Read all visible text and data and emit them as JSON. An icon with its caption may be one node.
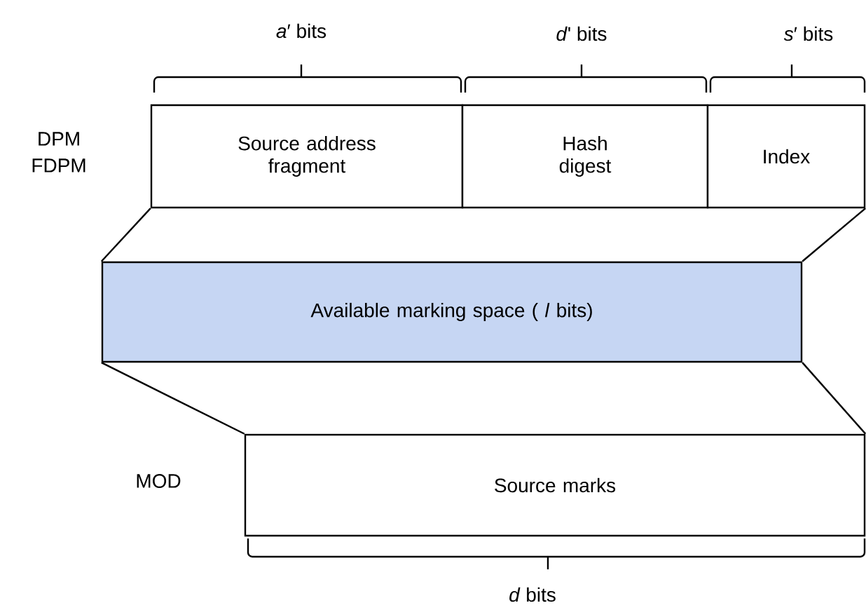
{
  "diagram": {
    "nodes": [
      {
        "text": [
          "Source address fragment"
        ]
      },
      {
        "text": [
          "Hash digest"
        ]
      },
      {
        "text": [
          "Index"
        ]
      },
      {
        "text": [
          "Available marking space ( *l* bits)"
        ]
      },
      {
        "text": [
          "Source marks"
        ]
      }
    ],
    "edges": [
      {
        "from": 0,
        "to": 3,
        "arrow": "none"
      },
      {
        "from": 2,
        "to": 3,
        "arrow": "none"
      },
      {
        "from": 3,
        "to": 4,
        "arrow": "none"
      },
      {
        "from": 3,
        "to": 4,
        "arrow": "none"
      }
    ],
    "labels": [
      "*a*′ bits",
      "*d*' bits",
      "*s*′ bits",
      "DPM",
      "FDPM",
      "MOD",
      "*d* bits"
    ]
  }
}
